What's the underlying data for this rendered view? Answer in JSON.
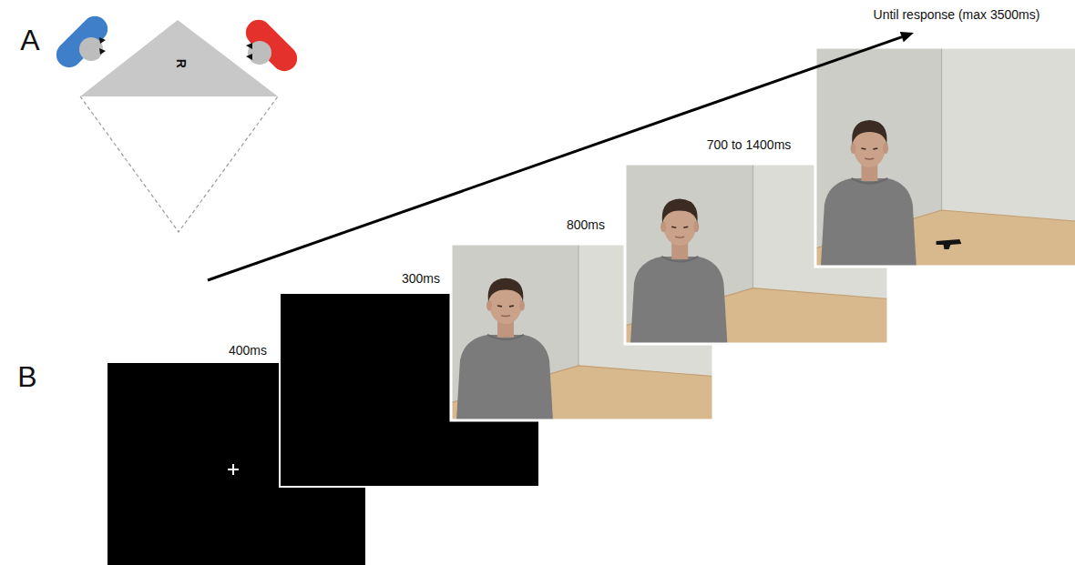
{
  "diagram": {
    "labels": [
      "A",
      "B",
      "R",
      "400ms",
      "300ms",
      "800ms",
      "700 to 1400ms",
      "Until response (max 3500ms)"
    ]
  }
}
